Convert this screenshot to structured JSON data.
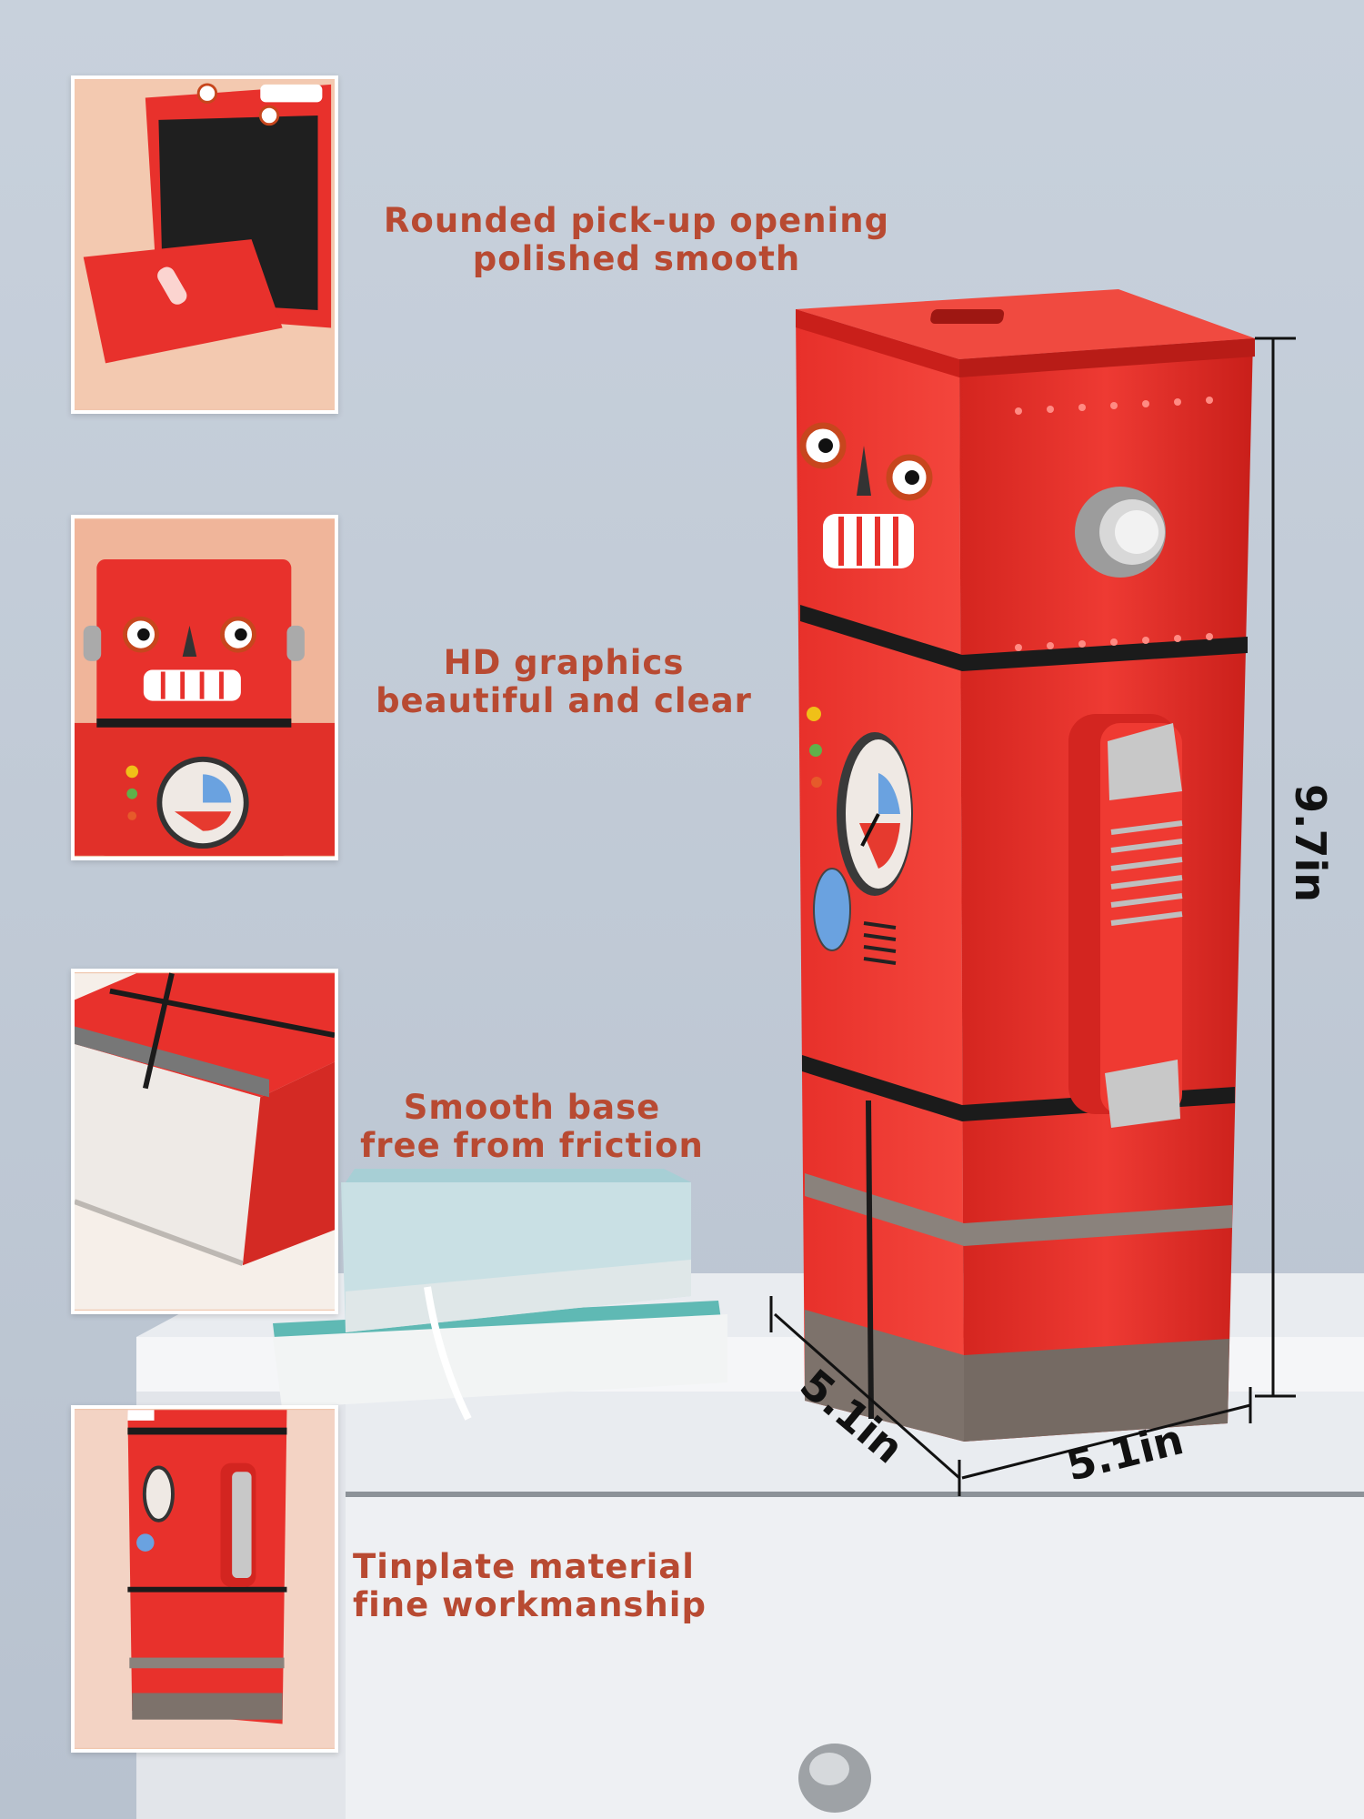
{
  "colors": {
    "caption": "#b84a32",
    "product_red": "#e8312c",
    "wall": "#c3ccd8",
    "dimension_text": "#111111"
  },
  "features": [
    {
      "line1": "Rounded pick-up opening",
      "line2": "polished smooth"
    },
    {
      "line1": "HD graphics",
      "line2": "beautiful and clear"
    },
    {
      "line1": "Smooth base",
      "line2": "free from friction"
    },
    {
      "line1": "Tinplate material",
      "line2": "fine workmanship"
    }
  ],
  "dimensions": {
    "height": "9.7in",
    "depth": "5.1in",
    "width": "5.1in"
  }
}
